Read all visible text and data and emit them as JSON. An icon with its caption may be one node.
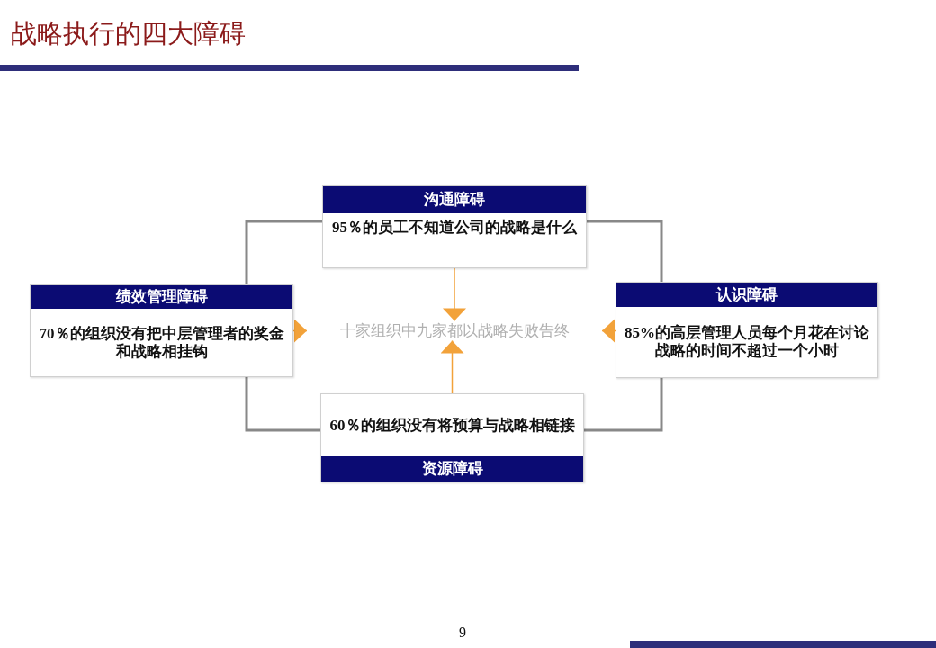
{
  "diagram": {
    "title": "战略执行的四大障碍",
    "nodes": [
      {
        "text": [
          "沟通障碍",
          "95％的员工不知道公司的战略是什么"
        ]
      },
      {
        "text": [
          "绩效管理障碍",
          "70％的组织没有把中层管理者的奖金和战略相挂钩"
        ]
      },
      {
        "text": [
          "十家组织中九家都以战略失败告终"
        ]
      },
      {
        "text": [
          "认识障碍",
          "85%的高层管理人员每个月花在讨论战略的时间不超过一个小时"
        ]
      },
      {
        "text": [
          "60％的组织没有将预算与战略相链接",
          "资源障碍"
        ]
      }
    ],
    "edges": [
      {
        "from": 0,
        "to": 1,
        "arrow": "none"
      },
      {
        "from": 0,
        "to": 3,
        "arrow": "none"
      },
      {
        "from": 1,
        "to": 4,
        "arrow": "none"
      },
      {
        "from": 4,
        "to": 3,
        "arrow": "none"
      },
      {
        "from": 0,
        "to": 2,
        "arrow": "to",
        "color": "#f2a23a"
      },
      {
        "from": 1,
        "to": 2,
        "arrow": "to",
        "color": "#f2a23a"
      },
      {
        "from": 3,
        "to": 2,
        "arrow": "to",
        "color": "#f2a23a"
      },
      {
        "from": 4,
        "to": 2,
        "arrow": "to",
        "color": "#f2a23a"
      }
    ],
    "labels": [
      "9"
    ]
  }
}
